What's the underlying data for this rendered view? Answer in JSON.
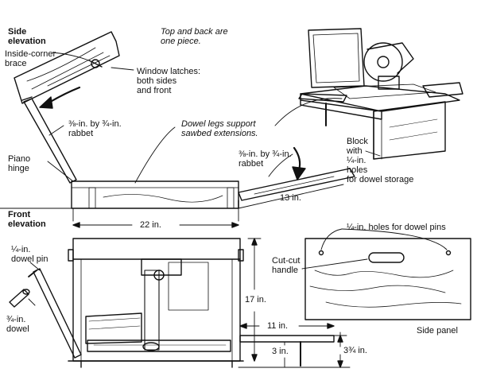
{
  "labels": {
    "side_elevation": "Side\nelevation",
    "top_back_note": "Top and back are\none piece.",
    "inside_corner_brace": "Inside-corner\nbrace",
    "window_latches": "Window latches:\nboth sides\nand front",
    "rabbet_left": "⅜-in. by ¾-in.\nrabbet",
    "dowel_legs_note": "Dowel legs support\nsawbed extensions.",
    "piano_hinge": "Piano\nhinge",
    "rabbet_right": "⅜-in. by ¾-in.\nrabbet",
    "block_note": "Block\nwith\n¼-in.\nholes\nfor dowel storage",
    "dim_13": "13 in.",
    "front_elevation": "Front\nelevation",
    "dim_22": "22 in.",
    "holes_dowel_pins": "¼-in. holes for dowel pins",
    "dowel_pin": "¼-in.\ndowel pin",
    "cut_out_handle": "Cut-cut\nhandle",
    "dim_17": "17 in.",
    "dowel": "¾-in.\ndowel",
    "dim_11": "11 in.",
    "side_panel": "Side panel",
    "dim_3": "3 in.",
    "dim_3_75": "3¾ in."
  },
  "colors": {
    "ink": "#111111",
    "paper": "#ffffff",
    "shade": "#555555"
  }
}
